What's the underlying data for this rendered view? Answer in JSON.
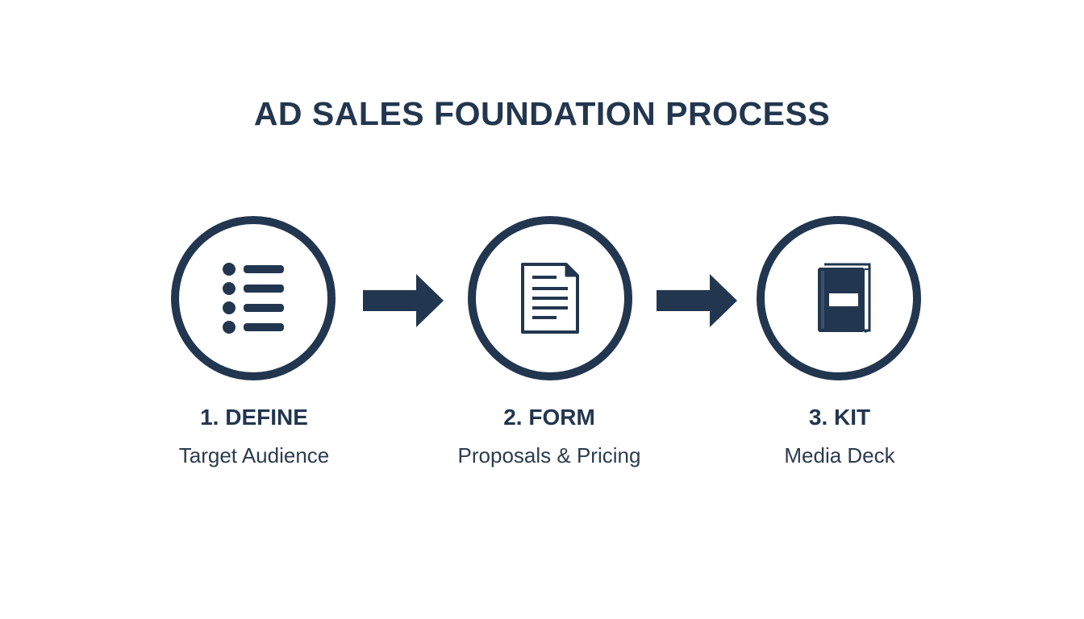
{
  "title": "AD SALES FOUNDATION PROCESS",
  "colors": {
    "primary": "#22364f",
    "text": "#2c3b4e",
    "background": "#ffffff"
  },
  "steps": [
    {
      "label": "1. DEFINE",
      "subtitle": "Target Audience",
      "icon": "list-icon"
    },
    {
      "label": "2. FORM",
      "subtitle": "Proposals & Pricing",
      "icon": "document-icon"
    },
    {
      "label": "3. KIT",
      "subtitle": "Media Deck",
      "icon": "book-icon"
    }
  ]
}
